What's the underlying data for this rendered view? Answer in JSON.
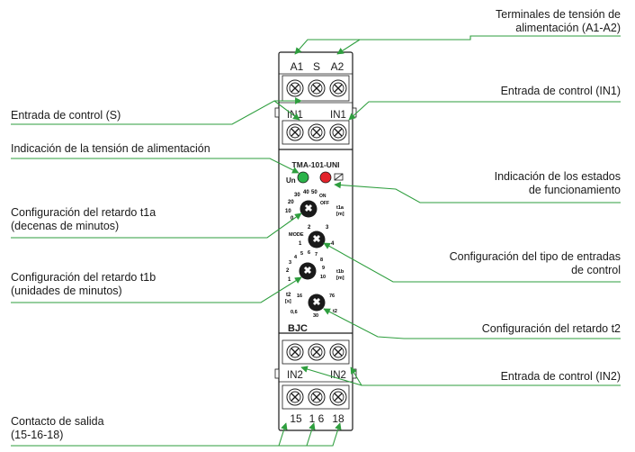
{
  "labels": {
    "supply_terminals": [
      "Terminales de tensión de",
      "alimentación (A1-A2)"
    ],
    "control_in1": "Entrada de control (IN1)",
    "control_s": "Entrada de control (S)",
    "supply_indication": "Indicación de la tensión de alimentación",
    "operating_states": [
      "Indicación de los estados",
      "de funcionamiento"
    ],
    "delay_t1a": [
      "Configuración del retardo t1a",
      "(decenas de minutos)"
    ],
    "input_type": [
      "Configuración del tipo de entradas",
      "de control"
    ],
    "delay_t1b": [
      "Configuración del retardo t1b",
      "(unidades de minutos)"
    ],
    "delay_t2": "Configuración del retardo t2",
    "control_in2": "Entrada de control (IN2)",
    "output_contact": [
      "Contacto de salida",
      "(15-16-18)"
    ]
  },
  "device": {
    "top_terminals": [
      "A1",
      "S",
      "A2"
    ],
    "in1_labels": [
      "IN1",
      "IN1"
    ],
    "model": "TMA-101-UNI",
    "led_supply_label": "Un",
    "dial_t1a_scale": [
      "30",
      "40",
      "50",
      "ON",
      "20",
      "OFF",
      "10",
      "0"
    ],
    "dial_t1a_unit": [
      "t1a",
      "[m]"
    ],
    "dial_mode_scale": [
      "2",
      "3",
      "MODE",
      "1",
      "4"
    ],
    "dial_t1b_scale": [
      "4",
      "5",
      "6",
      "7",
      "3",
      "8",
      "2",
      "9",
      "1",
      "10"
    ],
    "dial_t1b_unit": [
      "t1b",
      "[m]"
    ],
    "dial_t2_scale": [
      "t2",
      "[s]",
      "16",
      "76",
      "0,6",
      "30",
      "t2"
    ],
    "brand": "BJC",
    "in2_labels": [
      "IN2",
      "IN2"
    ],
    "bottom_terminals": [
      "15",
      "1 6",
      "18"
    ]
  },
  "colors": {
    "leader_line": "#2e9e3e",
    "led_green": "#2bb34a",
    "led_red": "#e3232b",
    "housing": "#ffffff",
    "dial": "#1a1a1a"
  }
}
